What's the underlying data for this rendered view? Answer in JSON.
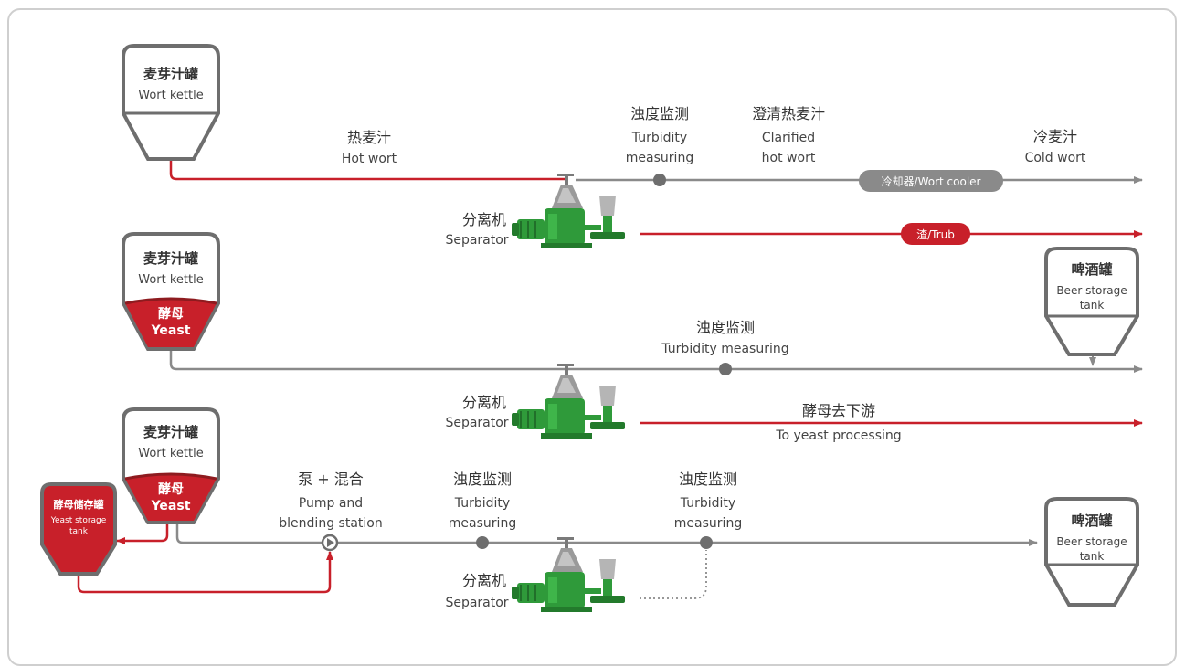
{
  "colors": {
    "red": "#c8202a",
    "grey": "#8a8a8a",
    "dark_grey": "#6e6e6e",
    "green": "#2f9a3a",
    "dark_red": "#8e1b1f"
  },
  "section1": {
    "kettle": {
      "zh": "麦芽汁罐",
      "en": "Wort kettle"
    },
    "hot_wort": {
      "zh": "热麦汁",
      "en": "Hot wort"
    },
    "turbidity": {
      "zh": "浊度监测",
      "en1": "Turbidity",
      "en2": "measuring"
    },
    "clarified": {
      "zh": "澄清热麦汁",
      "en1": "Clarified",
      "en2": "hot wort"
    },
    "cold_wort": {
      "zh": "冷麦汁",
      "en": "Cold wort"
    },
    "cooler": "冷却器/Wort cooler",
    "separator": {
      "zh": "分离机",
      "en": "Separator"
    },
    "trub": "渣/Trub"
  },
  "section2": {
    "kettle": {
      "zh": "麦芽汁罐",
      "en": "Wort kettle"
    },
    "yeast": {
      "zh": "酵母",
      "en": "Yeast"
    },
    "beer_tank": {
      "zh": "啤酒罐",
      "en1": "Beer storage",
      "en2": "tank"
    },
    "turbidity": {
      "zh": "浊度监测",
      "en": "Turbidity measuring"
    },
    "separator": {
      "zh": "分离机",
      "en": "Separator"
    },
    "yeast_downstream": {
      "zh": "酵母去下游",
      "en": "To yeast processing"
    }
  },
  "section3": {
    "kettle": {
      "zh": "麦芽汁罐",
      "en": "Wort kettle"
    },
    "yeast": {
      "zh": "酵母",
      "en": "Yeast"
    },
    "yeast_tank": {
      "zh": "酵母储存罐",
      "en1": "Yeast storage",
      "en2": "tank"
    },
    "pump": {
      "zh": "泵 + 混合",
      "en1": "Pump and",
      "en2": "blending station"
    },
    "turbidity_a": {
      "zh": "浊度监测",
      "en1": "Turbidity",
      "en2": "measuring"
    },
    "turbidity_b": {
      "zh": "浊度监测",
      "en1": "Turbidity",
      "en2": "measuring"
    },
    "separator": {
      "zh": "分离机",
      "en": "Separator"
    },
    "beer_tank": {
      "zh": "啤酒罐",
      "en1": "Beer storage",
      "en2": "tank"
    }
  }
}
